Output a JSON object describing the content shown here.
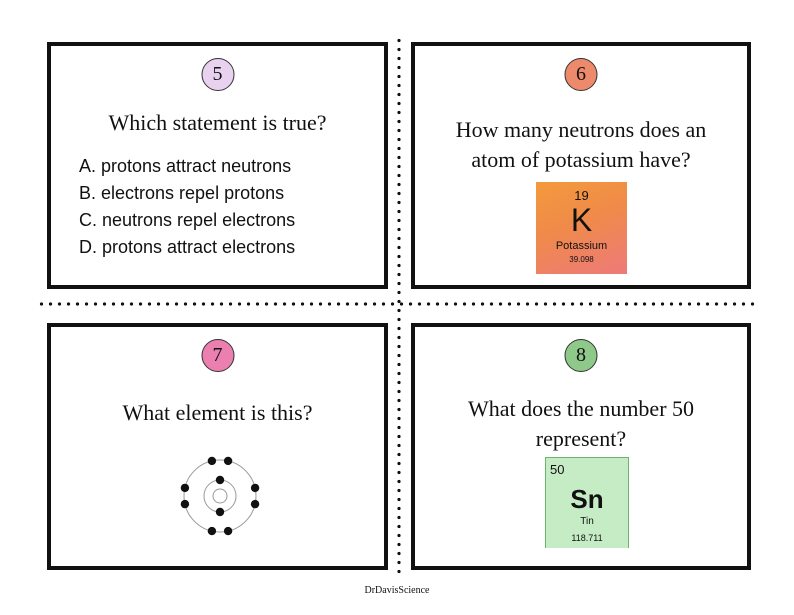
{
  "cards": {
    "c5": {
      "number": "5",
      "badge_color": "#e8d2f0",
      "question": "Which statement is true?",
      "options": [
        "A. protons attract neutrons",
        "B. electrons repel protons",
        "C. neutrons repel electrons",
        "D. protons attract electrons"
      ]
    },
    "c6": {
      "number": "6",
      "badge_color": "#ee8a6c",
      "question_line1": "How many neutrons does an",
      "question_line2": "atom of potassium have?",
      "element": {
        "atomic_number": "19",
        "symbol": "K",
        "name": "Potassium",
        "mass": "39.098"
      }
    },
    "c7": {
      "number": "7",
      "badge_color": "#ea7fb0",
      "question": "What element is this?",
      "diagram": {
        "icon": "bohr-model-icon",
        "shell_electrons": [
          2,
          8
        ]
      }
    },
    "c8": {
      "number": "8",
      "badge_color": "#8fc98a",
      "question_line1": "What does the number 50",
      "question_line2": "represent?",
      "element": {
        "atomic_number": "50",
        "symbol": "Sn",
        "name": "Tin",
        "mass": "118.711"
      }
    }
  },
  "footer": {
    "credit": "DrDavisScience"
  }
}
